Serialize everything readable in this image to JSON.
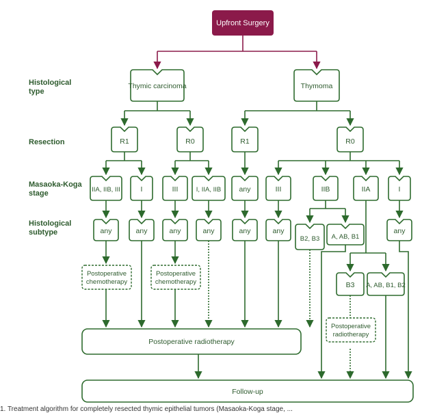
{
  "colors": {
    "green": "#2d6a2d",
    "green_text": "#2d5a2d",
    "maroon": "#8b1a4a",
    "white": "#ffffff"
  },
  "top": {
    "label": "Upfront Surgery"
  },
  "row_labels": {
    "histological_type_1": "Histological",
    "histological_type_2": "type",
    "resection": "Resection",
    "stage_1": "Masaoka-Koga",
    "stage_2": "stage",
    "subtype_1": "Histological",
    "subtype_2": "subtype"
  },
  "histological_type": {
    "carcinoma": "Thymic carcinoma",
    "thymoma": "Thymoma"
  },
  "resection": {
    "tc_r1": "R1",
    "tc_r0": "R0",
    "th_r1": "R1",
    "th_r0": "R0"
  },
  "stage": {
    "tc_r1_a": "IIA, IIB, III",
    "tc_r1_b": "I",
    "tc_r0_a": "III",
    "tc_r0_b": "I, IIA, IIB",
    "th_r1": "any",
    "th_r0_a": "III",
    "th_r0_b": "IIB",
    "th_r0_c": "IIA",
    "th_r0_d": "I"
  },
  "subtype": {
    "s1": "any",
    "s2": "any",
    "s3": "any",
    "s4": "any",
    "s5": "any",
    "s6": "any",
    "iib_a": "B2, B3",
    "iib_b": "A, AB, B1",
    "i_any": "any",
    "iia_a": "B3",
    "iia_b": "A, AB, B1, B2"
  },
  "therapy": {
    "chemo_1a": "Postoperative",
    "chemo_1b": "chemotherapy",
    "chemo_2a": "Postoperative",
    "chemo_2b": "chemotherapy",
    "radio_a": "Postoperative",
    "radio_b": "radiotherapy"
  },
  "bottom": {
    "radiotherapy": "Postoperative radiotherapy",
    "followup": "Follow-up"
  },
  "caption": "1. Treatment algorithm for completely resected thymic epithelial tumors (Masaoka-Koga stage, ..."
}
